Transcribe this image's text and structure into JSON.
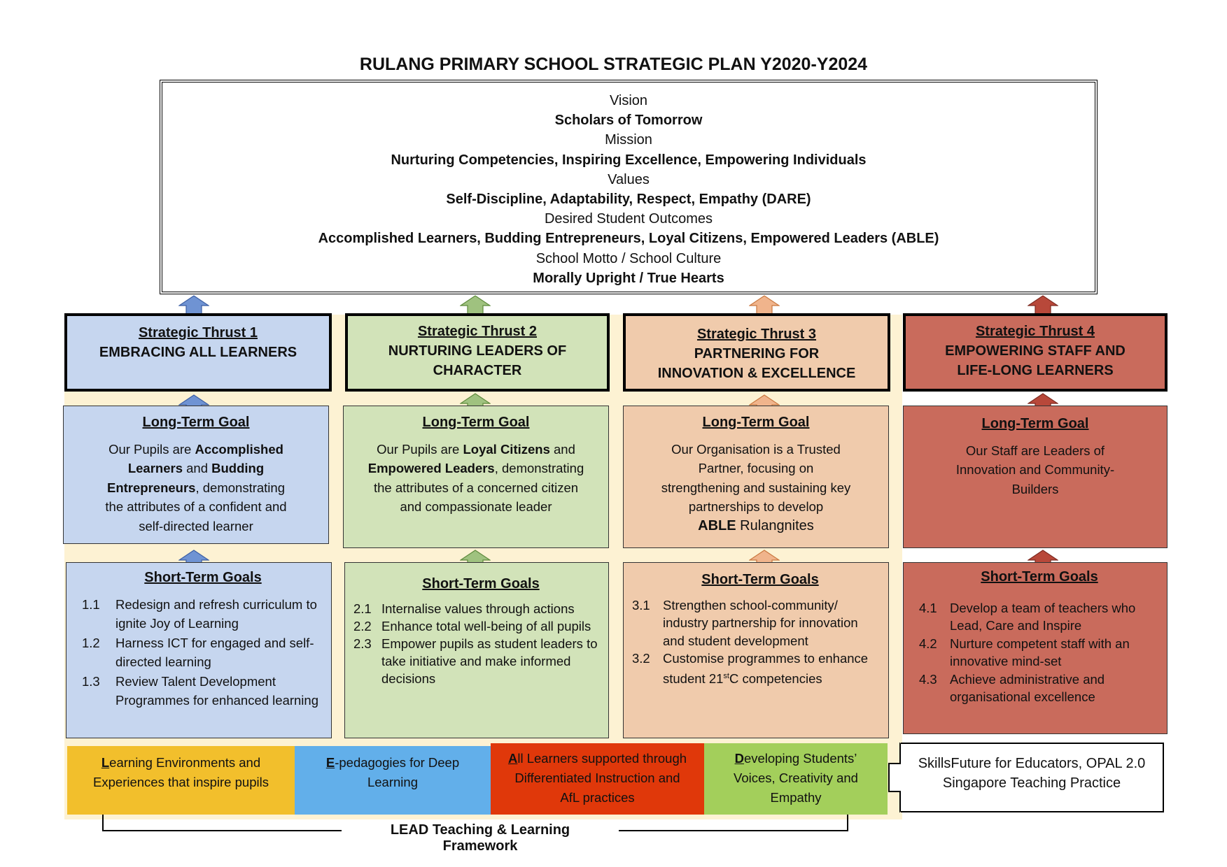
{
  "title": "RULANG PRIMARY SCHOOL STRATEGIC PLAN Y2020-Y2024",
  "vision_box": {
    "vision_label": "Vision",
    "vision": "Scholars of Tomorrow",
    "mission_label": "Mission",
    "mission": "Nurturing Competencies, Inspiring Excellence, Empowering Individuals",
    "values_label": "Values",
    "values": "Self-Discipline, Adaptability, Respect, Empathy (DARE)",
    "outcomes_label": "Desired Student Outcomes",
    "outcomes": "Accomplished Learners, Budding Entrepreneurs, Loyal Citizens, Empowered Leaders (ABLE)",
    "motto_label": "School Motto / School Culture",
    "motto": "Morally Upright / True Hearts"
  },
  "thrusts": [
    {
      "heading": "Strategic Thrust 1",
      "name_l1": "EMBRACING ALL LEARNERS",
      "name_l2": "",
      "ltg_heading": "Long-Term Goal",
      "ltg_l1a": "Our Pupils are ",
      "ltg_l1b": "Accomplished",
      "ltg_l2a": "Learners",
      "ltg_l2b": " and ",
      "ltg_l2c": "Budding",
      "ltg_l3a": "Entrepreneurs",
      "ltg_l3b": ", demonstrating",
      "ltg_l4": "the attributes of a confident and",
      "ltg_l5": "self-directed learner",
      "stg_heading": "Short-Term Goals",
      "stg": [
        {
          "n": "1.1",
          "t": "Redesign and refresh curriculum to ignite Joy of Learning"
        },
        {
          "n": "1.2",
          "t": "Harness ICT for engaged and self-directed learning"
        },
        {
          "n": "1.3",
          "t": "Review Talent Development Programmes for enhanced learning"
        }
      ]
    },
    {
      "heading": "Strategic Thrust 2",
      "name_l1": "NURTURING LEADERS OF",
      "name_l2": "CHARACTER",
      "ltg_heading": "Long-Term Goal",
      "ltg_l1a": "Our Pupils are ",
      "ltg_l1b": "Loyal Citizens",
      "ltg_l1c": " and",
      "ltg_l2a": "Empowered Leaders",
      "ltg_l2b": ", demonstrating",
      "ltg_l3": "the attributes of a concerned citizen",
      "ltg_l4": "and compassionate leader",
      "stg_heading": "Short-Term Goals",
      "stg": [
        {
          "n": "2.1",
          "t": "Internalise values through actions"
        },
        {
          "n": "2.2",
          "t": "Enhance total well-being of all pupils"
        },
        {
          "n": "2.3",
          "t": "Empower pupils as student leaders to take initiative and make informed decisions"
        }
      ]
    },
    {
      "heading": "Strategic Thrust 3",
      "name_l1": "PARTNERING FOR",
      "name_l2": "INNOVATION & EXCELLENCE",
      "ltg_heading": "Long-Term Goal",
      "ltg_l1": "Our Organisation is a Trusted",
      "ltg_l2": "Partner, focusing on",
      "ltg_l3": "strengthening and sustaining key",
      "ltg_l4": "partnerships to develop",
      "ltg_l5a": "ABLE",
      "ltg_l5b": " Rulangnites",
      "stg_heading": "Short-Term Goals",
      "stg": [
        {
          "n": "3.1",
          "t": "Strengthen school-community/ industry partnership for innovation and student development"
        },
        {
          "n": "3.2",
          "t": "Customise programmes to enhance student 21",
          "sup": "st",
          "t2": "C competencies"
        }
      ]
    },
    {
      "heading": "Strategic Thrust 4",
      "name_l1": "EMPOWERING STAFF AND",
      "name_l2": "LIFE-LONG LEARNERS",
      "ltg_heading": "Long-Term Goal",
      "ltg_l1": "Our Staff are Leaders of",
      "ltg_l2": "Innovation and Community-",
      "ltg_l3": "Builders",
      "stg_heading": "Short-Term Goals",
      "stg": [
        {
          "n": "4.1",
          "t": "Develop a team of teachers who Lead, Care and Inspire"
        },
        {
          "n": "4.2",
          "t": "Nurture competent staff with an innovative mind-set"
        },
        {
          "n": "4.3",
          "t": "Achieve administrative and organisational excellence"
        }
      ]
    }
  ],
  "framework": {
    "items": [
      {
        "letter": "L",
        "l1": "earning Environments and",
        "l2": "Experiences that inspire pupils",
        "l3": ""
      },
      {
        "letter": "E",
        "l1": "-pedagogies for Deep",
        "l2": "Learning",
        "l3": ""
      },
      {
        "letter": "A",
        "l1": "ll Learners supported through",
        "l2": "Differentiated Instruction and",
        "l3": "AfL practices"
      },
      {
        "letter": "D",
        "l1": "eveloping Students’",
        "l2": "Voices, Creativity and",
        "l3": "Empathy"
      }
    ],
    "label": "LEAD Teaching & Learning Framework",
    "skills_l1": "SkillsFuture for Educators, OPAL 2.0",
    "skills_l2": "Singapore Teaching Practice"
  },
  "colors": {
    "blue": "#c6d6ef",
    "blue_arrow": "#6f93d3",
    "green": "#d2e3b9",
    "green_arrow": "#9fc27f",
    "peach": "#f0cbac",
    "peach_arrow": "#f0b48c",
    "red": "#c96b5c",
    "red_arrow": "#b8483a",
    "fw_yellow": "#f2bf2c",
    "fw_blue": "#62afea",
    "fw_red": "#e0380a",
    "fw_green": "#a3cf5b"
  }
}
